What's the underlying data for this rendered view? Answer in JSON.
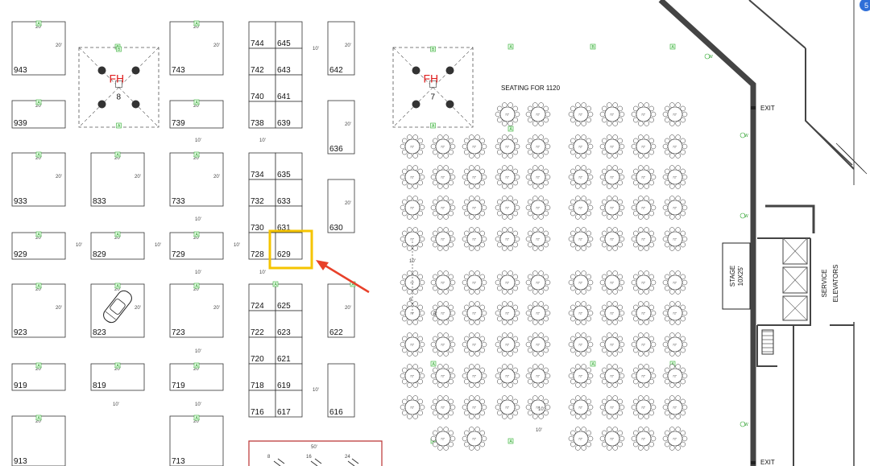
{
  "booths": [
    {
      "num": "943",
      "w": "20'",
      "h": "20'"
    },
    {
      "num": "743",
      "w": "20'",
      "h": "20'"
    },
    {
      "num": "939",
      "w": "20'"
    },
    {
      "num": "739",
      "w": "20'"
    },
    {
      "num": "933",
      "w": "20'",
      "h": "20'"
    },
    {
      "num": "833",
      "w": "20'",
      "h": "20'"
    },
    {
      "num": "733",
      "w": "20'",
      "h": "20'"
    },
    {
      "num": "929",
      "w": "20'"
    },
    {
      "num": "829",
      "w": "20'"
    },
    {
      "num": "729",
      "w": "20'"
    },
    {
      "num": "923",
      "w": "20'",
      "h": "20'"
    },
    {
      "num": "823",
      "w": "20'",
      "h": "20'"
    },
    {
      "num": "723",
      "w": "20'",
      "h": "20'"
    },
    {
      "num": "919",
      "w": "20'"
    },
    {
      "num": "819",
      "w": "20'"
    },
    {
      "num": "719",
      "w": "20'"
    },
    {
      "num": "913",
      "w": "20'"
    },
    {
      "num": "713",
      "w": "20'"
    },
    {
      "num": "744"
    },
    {
      "num": "645"
    },
    {
      "num": "742"
    },
    {
      "num": "643"
    },
    {
      "num": "740"
    },
    {
      "num": "641"
    },
    {
      "num": "738"
    },
    {
      "num": "639"
    },
    {
      "num": "734"
    },
    {
      "num": "635"
    },
    {
      "num": "732"
    },
    {
      "num": "633"
    },
    {
      "num": "730"
    },
    {
      "num": "631"
    },
    {
      "num": "728"
    },
    {
      "num": "629"
    },
    {
      "num": "724"
    },
    {
      "num": "625"
    },
    {
      "num": "722"
    },
    {
      "num": "623"
    },
    {
      "num": "720"
    },
    {
      "num": "621"
    },
    {
      "num": "718"
    },
    {
      "num": "619"
    },
    {
      "num": "716"
    },
    {
      "num": "617"
    },
    {
      "num": "642",
      "h": "20'"
    },
    {
      "num": "636",
      "h": "20'"
    },
    {
      "num": "630",
      "h": "20'"
    },
    {
      "num": "622",
      "h": "20'"
    },
    {
      "num": "616"
    }
  ],
  "aisle_labels": [
    "10'",
    "10'",
    "10'",
    "10'",
    "10'",
    "10'",
    "10'",
    "10'",
    "10'",
    "10'",
    "10'",
    "10'",
    "10'"
  ],
  "fh_units": [
    {
      "label": "FH",
      "num": "8"
    },
    {
      "label": "FH",
      "num": "7"
    }
  ],
  "seating_label": "SEATING FOR 1120",
  "table_size": "72\"",
  "table_spacing": [
    "10'",
    "6'",
    "6'",
    "10'",
    "10'"
  ],
  "stage": {
    "line1": "STAGE",
    "line2": "10X25'"
  },
  "service": {
    "line1": "SERVICE",
    "line2": "ELEVATORS"
  },
  "exits": [
    "EXIT",
    "EXIT"
  ],
  "markers": [
    "A",
    "B",
    "W"
  ],
  "bottom_dims": [
    "50'",
    "8",
    "16",
    "24"
  ],
  "colors": {
    "highlight": "#f5c400",
    "arrow": "#e8412a",
    "fh": "#e02020",
    "marker": "#33aa33"
  },
  "highlighted_booth": "629",
  "corner_badge": "5"
}
